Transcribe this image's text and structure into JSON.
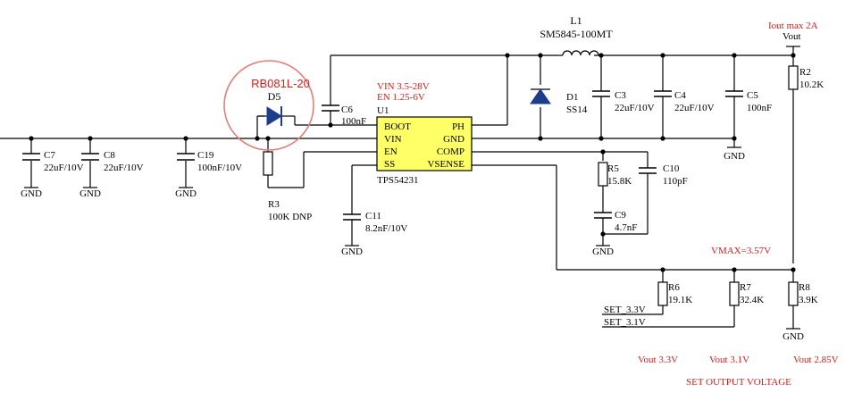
{
  "colors": {
    "wire": "#000000",
    "annotation": "#d2201d",
    "ic_fill": "#ffff66",
    "diode_fill": "#1c3c8c",
    "background": "#ffffff"
  },
  "ic": {
    "ref": "U1",
    "part": "TPS54231",
    "pins_left": [
      "BOOT",
      "VIN",
      "EN",
      "SS"
    ],
    "pins_right": [
      "PH",
      "GND",
      "COMP",
      "VSENSE"
    ]
  },
  "inductor": {
    "ref": "L1",
    "value": "SM5845-100MT"
  },
  "diode_d1": {
    "ref": "D1",
    "value": "SS14"
  },
  "diode_d5": {
    "ref": "D5",
    "value": "RB081L-20"
  },
  "capacitors": {
    "c3": {
      "ref": "C3",
      "value": "22uF/10V"
    },
    "c4": {
      "ref": "C4",
      "value": "22uF/10V"
    },
    "c5": {
      "ref": "C5",
      "value": "100nF"
    },
    "c6": {
      "ref": "C6",
      "value": "100nF"
    },
    "c7": {
      "ref": "C7",
      "value": "22uF/10V"
    },
    "c8": {
      "ref": "C8",
      "value": "22uF/10V"
    },
    "c19": {
      "ref": "C19",
      "value": "100nF/10V"
    },
    "c11": {
      "ref": "C11",
      "value": "8.2nF/10V"
    },
    "c10": {
      "ref": "C10",
      "value": "110pF"
    },
    "c9": {
      "ref": "C9",
      "value": "4.7nF"
    }
  },
  "resistors": {
    "r2": {
      "ref": "R2",
      "value": "10.2K"
    },
    "r3": {
      "ref": "R3",
      "value": "100K DNP"
    },
    "r5": {
      "ref": "R5",
      "value": "15.8K"
    },
    "r6": {
      "ref": "R6",
      "value": "19.1K"
    },
    "r7": {
      "ref": "R7",
      "value": "32.4K"
    },
    "r8": {
      "ref": "R8",
      "value": "3.9K"
    }
  },
  "gnd_label": "GND",
  "annotations": {
    "vin": "VIN 3.5-28V",
    "en": "EN 1.25-6V",
    "iout": "Iout max  2A",
    "vout": "Vout",
    "vmax": "VMAX=3.57V",
    "vout_33": "Vout 3.3V",
    "vout_31": "Vout 3.1V",
    "vout_285": "Vout 2.85V",
    "set_output": "SET OUTPUT VOLTAGE"
  },
  "nets": {
    "set_33": "SET_3.3V",
    "set_31": "SET_3.1V"
  }
}
